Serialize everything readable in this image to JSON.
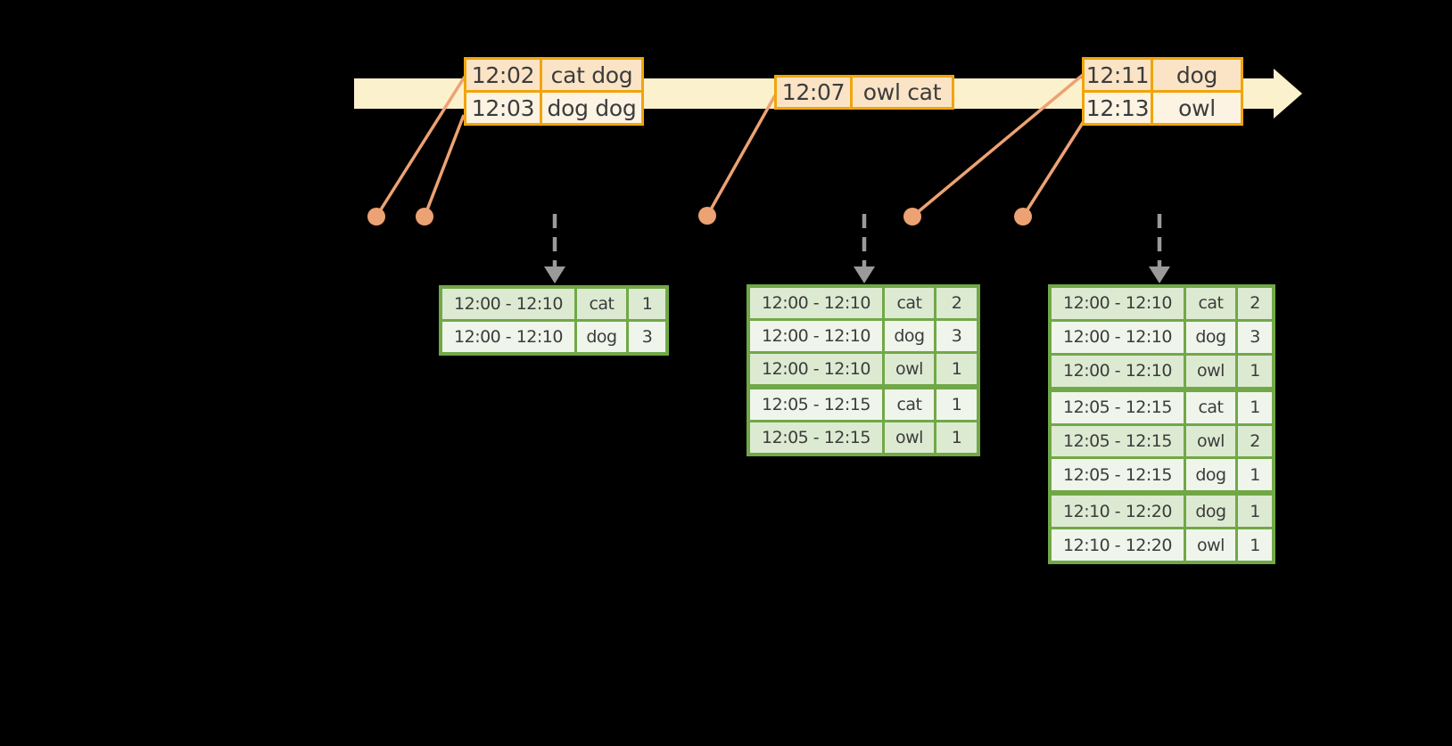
{
  "colors": {
    "background": "#000000",
    "timeline_fill": "#FCF1CD",
    "event_table_border": "#F1A40B",
    "event_row_fill_dark": "#FBE4C6",
    "event_row_fill_light": "#FDF3E3",
    "connector_and_dots": "#EDA273",
    "trigger_arrow_gray": "#9A9A9A",
    "result_table_border": "#71A847",
    "result_row_fill_dark": "#DDEAD2",
    "result_row_fill_light": "#F0F5EB",
    "text": "#3C3C3C"
  },
  "icons": {
    "timeline_arrow": "right-arrow",
    "event_marker": "filled-circle",
    "trigger_arrow": "dashed-down-arrow"
  },
  "event_tables": [
    {
      "rows": [
        {
          "time": "12:02",
          "words": "cat dog"
        },
        {
          "time": "12:03",
          "words": "dog dog"
        }
      ]
    },
    {
      "rows": [
        {
          "time": "12:07",
          "words": "owl cat"
        }
      ]
    },
    {
      "rows": [
        {
          "time": "12:11",
          "words": "dog"
        },
        {
          "time": "12:13",
          "words": "owl"
        }
      ]
    }
  ],
  "result_tables": [
    {
      "rows": [
        {
          "window": "12:00 - 12:10",
          "word": "cat",
          "count": "1"
        },
        {
          "window": "12:00 - 12:10",
          "word": "dog",
          "count": "3"
        }
      ]
    },
    {
      "rows": [
        {
          "window": "12:00 - 12:10",
          "word": "cat",
          "count": "2"
        },
        {
          "window": "12:00 - 12:10",
          "word": "dog",
          "count": "3"
        },
        {
          "window": "12:00 - 12:10",
          "word": "owl",
          "count": "1"
        },
        {
          "window": "12:05 - 12:15",
          "word": "cat",
          "count": "1"
        },
        {
          "window": "12:05 - 12:15",
          "word": "owl",
          "count": "1"
        }
      ]
    },
    {
      "rows": [
        {
          "window": "12:00 - 12:10",
          "word": "cat",
          "count": "2"
        },
        {
          "window": "12:00 - 12:10",
          "word": "dog",
          "count": "3"
        },
        {
          "window": "12:00 - 12:10",
          "word": "owl",
          "count": "1"
        },
        {
          "window": "12:05 - 12:15",
          "word": "cat",
          "count": "1"
        },
        {
          "window": "12:05 - 12:15",
          "word": "owl",
          "count": "2"
        },
        {
          "window": "12:05 - 12:15",
          "word": "dog",
          "count": "1"
        },
        {
          "window": "12:10 - 12:20",
          "word": "dog",
          "count": "1"
        },
        {
          "window": "12:10 - 12:20",
          "word": "owl",
          "count": "1"
        }
      ]
    }
  ]
}
